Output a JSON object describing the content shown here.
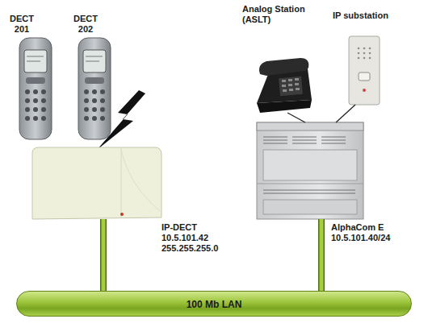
{
  "diagram": {
    "nodes": [
      {
        "text": [
          "DECT 201"
        ]
      },
      {
        "text": [
          "DECT 202"
        ]
      },
      {
        "text": [
          "Analog Station (ASLT)"
        ]
      },
      {
        "text": [
          "IP substation"
        ]
      },
      {
        "text": [
          "IP-DECT",
          "10.5.101.42 255.255.255.0"
        ]
      },
      {
        "text": [
          "AlphaCom E",
          "10.5.101.40/24"
        ]
      },
      {
        "text": [
          "100 Mb LAN"
        ]
      }
    ],
    "edges": [
      {
        "from": 4,
        "to": 6,
        "arrow": "none"
      },
      {
        "from": 5,
        "to": 6,
        "arrow": "none"
      },
      {
        "from": 2,
        "to": 5,
        "arrow": "none"
      },
      {
        "from": 3,
        "to": 5,
        "arrow": "none"
      }
    ]
  }
}
